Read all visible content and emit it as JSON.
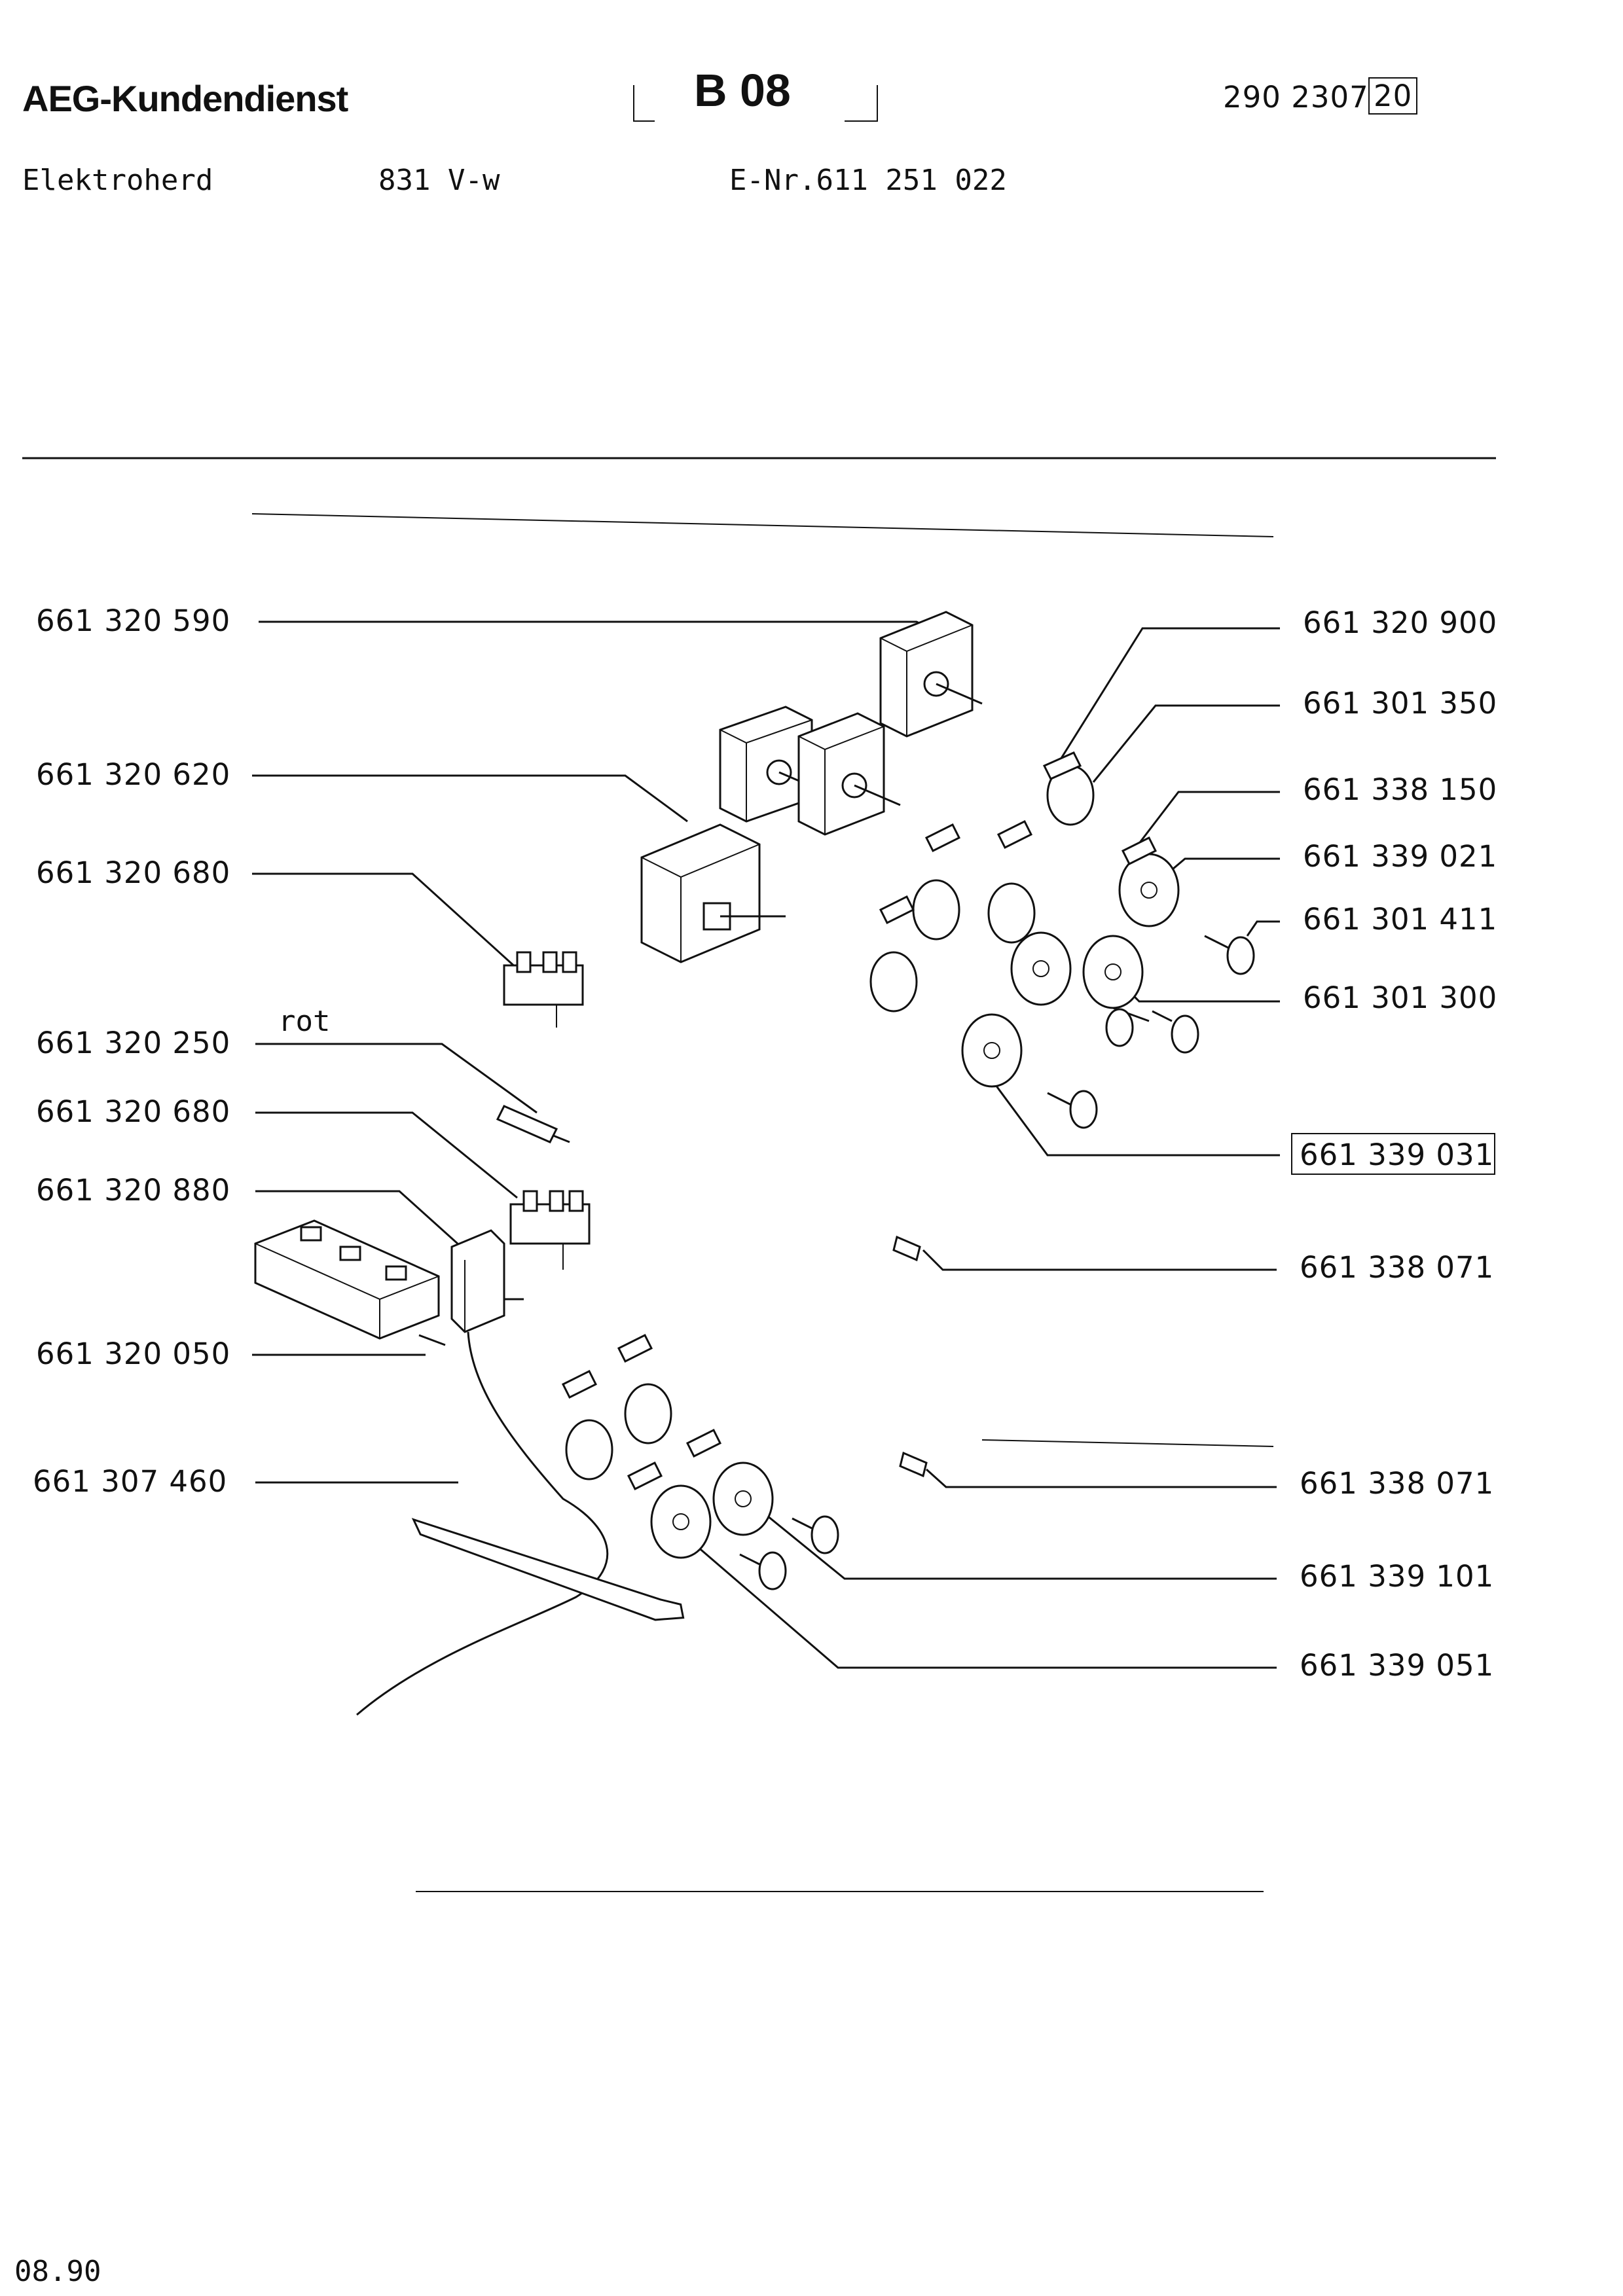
{
  "header": {
    "brand": "AEG-Kundendienst",
    "sheet": "B 08",
    "doc_number": "290 2307",
    "doc_page": "20",
    "appliance": "Elektroherd",
    "model": "831 V-w",
    "e_number": "E-Nr.611 251 022"
  },
  "parts_left": [
    "661 320 590",
    "661 320 620",
    "661 320 680",
    "661 320 250",
    "661 320 680",
    "661 320 880",
    "661 320 050",
    "661 307 460"
  ],
  "parts_right": [
    "661 320 900",
    "661 301 350",
    "661 338 150",
    "661 339 021",
    "661 301 411",
    "661 301 300",
    "661 339 031",
    "661 338 071",
    "661 338 071",
    "661 339 101",
    "661 339 051"
  ],
  "wire_label": "rot",
  "footer": {
    "date": "08.90"
  }
}
